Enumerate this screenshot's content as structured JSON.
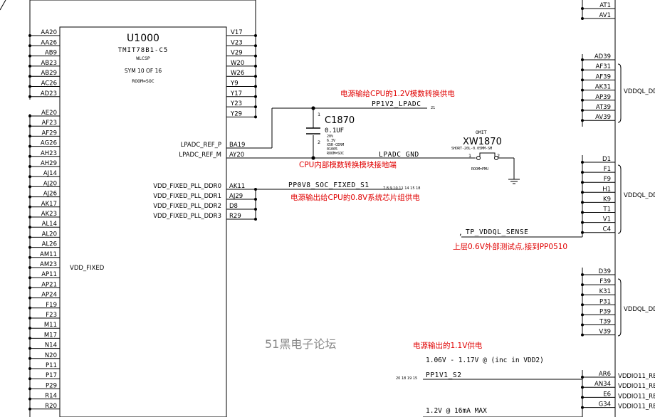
{
  "chip": {
    "refdes": "U1000",
    "part": "TMIT78B1-C5",
    "package": "WLCSP",
    "sym": "SYM 10 OF 16",
    "room": "ROOM=SOC",
    "left_pins_top": [
      "AA20",
      "AA26",
      "AB9",
      "AB23",
      "AB29",
      "AC26",
      "AD23"
    ],
    "left_pins_main": [
      "AE20",
      "AF23",
      "AF29",
      "AG26",
      "AH23",
      "AH29",
      "AJ14",
      "AJ20",
      "AJ26",
      "AK17",
      "AK23",
      "AL14",
      "AL20",
      "AL26",
      "AM11",
      "AM23",
      "AP11",
      "AP21",
      "AP24",
      "F19",
      "F23",
      "M11",
      "M17",
      "N14",
      "N20",
      "P11",
      "P17",
      "P29",
      "R14",
      "R20"
    ],
    "left_group_label": "VDD_FIXED",
    "right_pins_top": [
      "V17",
      "V23",
      "V29",
      "W20",
      "W26",
      "Y9",
      "Y17",
      "Y23",
      "Y29"
    ],
    "signals": [
      {
        "name": "LPADC_REF_P",
        "pin": "BA19"
      },
      {
        "name": "LPADC_REF_M",
        "pin": "AY20"
      },
      {
        "name": "VDD_FIXED_PLL_DDR0",
        "pin": "AK11"
      },
      {
        "name": "VDD_FIXED_PLL_DDR1",
        "pin": "AJ29"
      },
      {
        "name": "VDD_FIXED_PLL_DDR2",
        "pin": "D8"
      },
      {
        "name": "VDD_FIXED_PLL_DDR3",
        "pin": "R29"
      }
    ]
  },
  "cap": {
    "refdes": "C1870",
    "value": "0.1UF",
    "pin1": "1",
    "pin2": "2",
    "specs": [
      "20%",
      "6.3V",
      "X5R-CERM",
      "01005",
      "ROOM=SOC"
    ]
  },
  "xw": {
    "omit": "OMIT",
    "refdes": "XW1870",
    "part": "SHORT-20L-0.05MM-SM",
    "pin1": "1",
    "pin2": "2",
    "room": "ROOM=PMU"
  },
  "nets": {
    "pp1v2": "PP1V2_LPADC",
    "pp1v2_ref": "21",
    "lpadc_gnd": "LPADC_GND",
    "pp0v8": "PP0V8_SOC_FIXED_S1",
    "pp0v8_refs": "7 8 9 10 11 14 15 18",
    "tp": "TP_VDDQL_SENSE",
    "tp_dot": ",",
    "pp1v1": "PP1V1_S2",
    "pp1v1_refs": "20 18 19 15"
  },
  "annotations": {
    "n1": "电源输给CPU的1.2V模数转换供电",
    "n2": "CPU内部模数转换模块接地端",
    "n3": "电源输出给CPU的0.8V系统芯片组供电",
    "n4": "上层0.6V外部测试点,接到PP0510",
    "n5": "电源输出的1.1V供电",
    "spec1": "1.06V - 1.17V @ (inc in VDD2)",
    "spec2": "1.2V @ 16mA MAX",
    "watermark": "51黑电子论坛"
  },
  "right_chip": {
    "pins_g0": [
      "AT1",
      "AV1"
    ],
    "pins_g1": [
      "AD39",
      "AF31",
      "AF39",
      "AK31",
      "AP39",
      "AT39",
      "AV39"
    ],
    "label_g1": "VDDQL_DD",
    "pins_g2": [
      "D1",
      "F1",
      "F9",
      "H1",
      "K9",
      "T1",
      "V1",
      "C4"
    ],
    "label_g2": "VDDQL_DD",
    "pins_g3": [
      "D39",
      "F39",
      "K31",
      "P31",
      "P39",
      "T39",
      "V39"
    ],
    "label_g3": "VDDQL_DD",
    "pins_g4": [
      "AR6",
      "AN34",
      "E6",
      "G34"
    ],
    "labels_g4": [
      "VDDIO11_RE",
      "VDDIO11_RE",
      "VDDIO11_RE",
      "VDDIO11_RE"
    ]
  }
}
